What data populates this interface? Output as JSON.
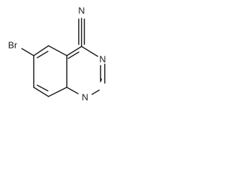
{
  "molecule": {
    "atoms": {
      "bromine": "Br",
      "nitrile_nitrogen": "N",
      "ring_nitrogen_3": "N",
      "ring_nitrogen_1": "N"
    }
  }
}
